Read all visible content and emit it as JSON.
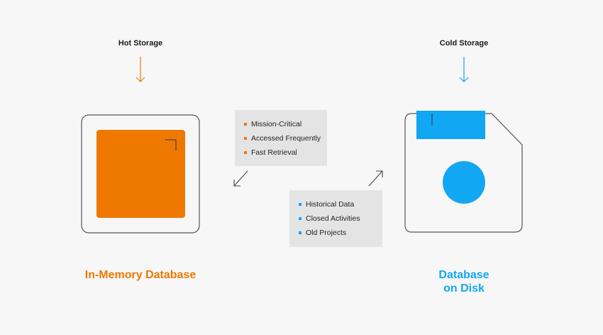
{
  "hot": {
    "label": "Hot Storage",
    "title": "In-Memory Database",
    "color": "#ef7900",
    "items": [
      "Mission-Critical",
      "Accessed Frequently",
      "Fast Retrieval"
    ]
  },
  "cold": {
    "label": "Cold Storage",
    "title_line1": "Database",
    "title_line2": "on Disk",
    "color": "#12a7f2",
    "items": [
      "Historical Data",
      "Closed Activities",
      "Old Projects"
    ]
  },
  "colors": {
    "background": "#f7f7f7",
    "card": "#e4e4e4",
    "outline": "#555555",
    "arrow": "#444444"
  }
}
